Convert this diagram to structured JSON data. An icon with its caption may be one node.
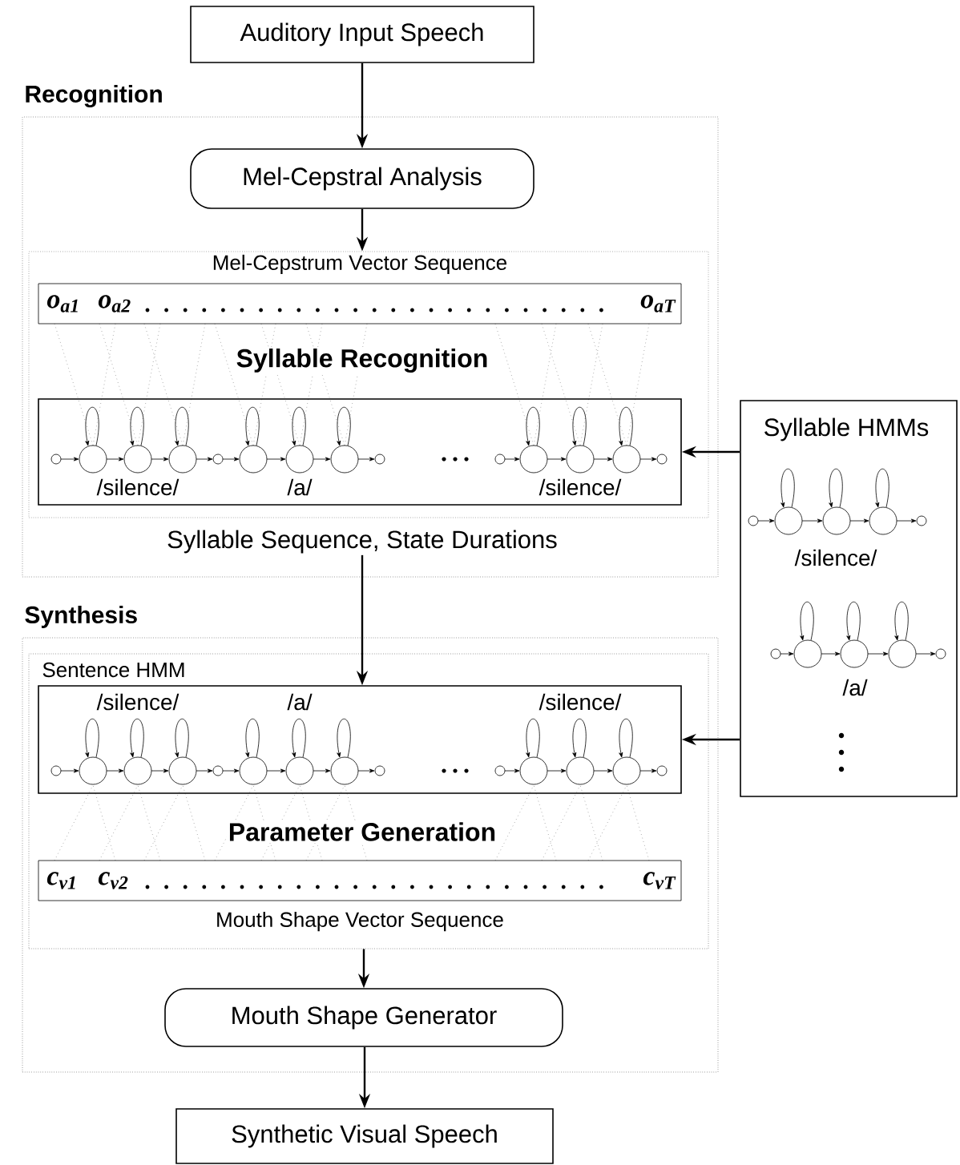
{
  "diagram": {
    "nodes": [
      {
        "text": [
          "Auditory Input Speech"
        ]
      },
      {
        "text": [
          "Recognition"
        ]
      },
      {
        "text": [
          "Mel-Cepstral Analysis"
        ],
        "in": 1
      },
      {
        "text": [],
        "shape": "box",
        "in": 1
      },
      {
        "text": [
          "o$_{a1}$",
          "o$_{a2}$",
          "o$_{aT}$"
        ],
        "beside": [
          "Mel-Cepstrum Vector Sequence"
        ],
        "in": 3
      },
      {
        "text": [
          "/silence/",
          "/a/",
          "/silence/"
        ],
        "in": 3
      },
      {
        "text": [
          "Syllable Sequence, State Durations"
        ],
        "in": 1
      },
      {
        "text": [
          "Syllable HMMs",
          "/silence/",
          "/a/"
        ]
      },
      {
        "text": [
          "Synthesis"
        ]
      },
      {
        "text": [
          "Sentence HMM"
        ],
        "in": 8
      },
      {
        "text": [
          "/silence/",
          "/a/",
          "/silence/"
        ],
        "in": 9
      },
      {
        "text": [
          "c$_{v1}$",
          "c$_{v2}$",
          "c$_{vT}$"
        ],
        "beside": [
          "Mouth Shape Vector Sequence"
        ],
        "in": 9
      },
      {
        "text": [
          "Mouth Shape Generator"
        ],
        "in": 8
      },
      {
        "text": [
          "Synthetic Visual Speech"
        ]
      }
    ],
    "edges": [
      {
        "from": 0,
        "to": 2,
        "arrow": "to"
      },
      {
        "from": 2,
        "to": 3,
        "arrow": "to"
      },
      {
        "from": 7,
        "to": 5,
        "arrow": "to"
      },
      {
        "from": 6,
        "to": 10,
        "arrow": "to"
      },
      {
        "from": 7,
        "to": 10,
        "arrow": "to"
      },
      {
        "from": 9,
        "to": 12,
        "arrow": "to"
      },
      {
        "from": 12,
        "to": 13,
        "arrow": "to"
      }
    ],
    "labels": [
      "Syllable Recognition",
      "Parameter Generation"
    ]
  }
}
